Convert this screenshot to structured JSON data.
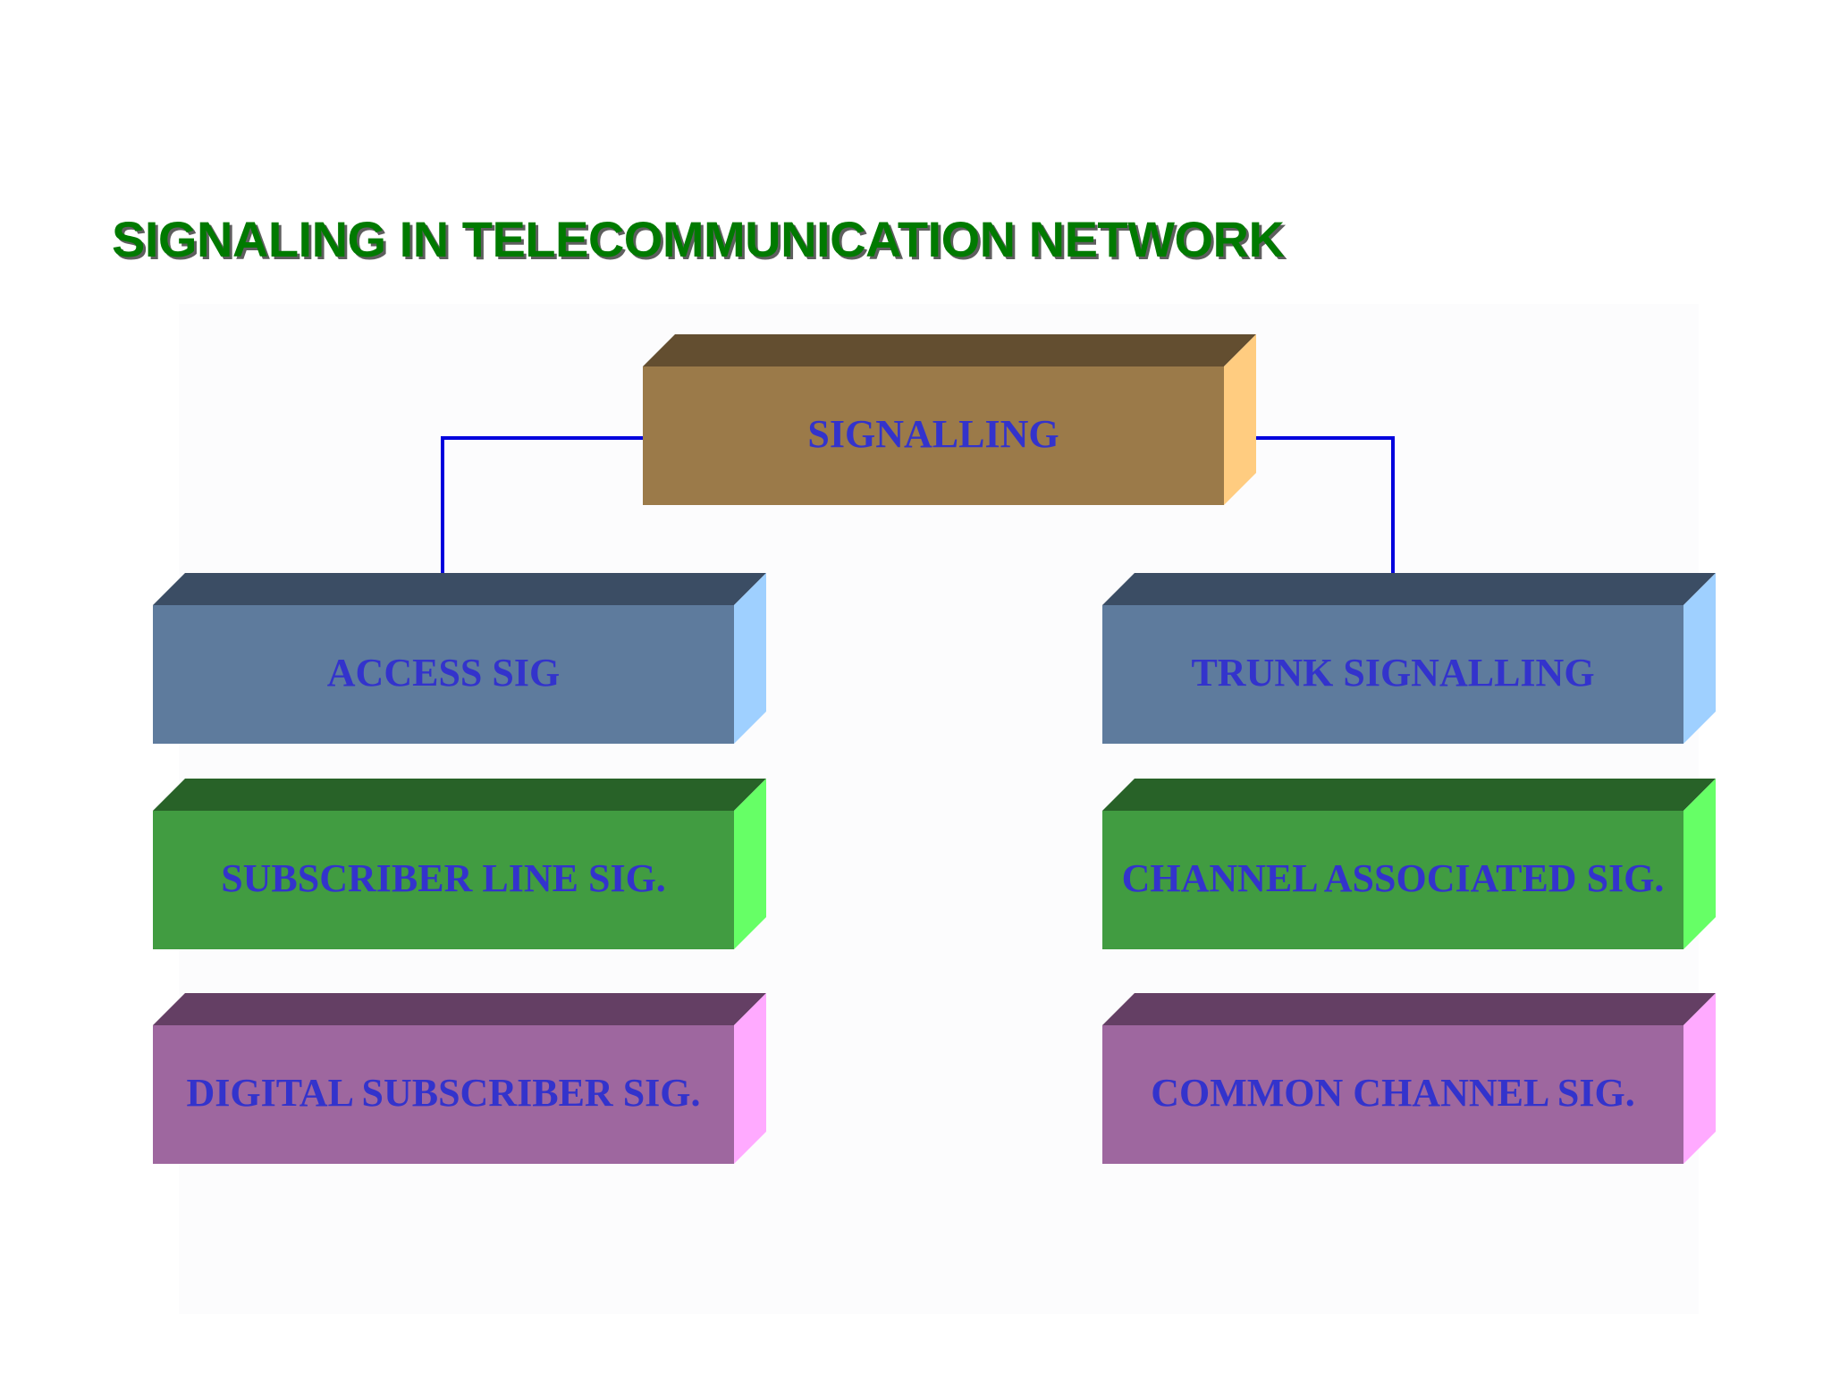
{
  "title": "SIGNALING IN TELECOMMUNICATION NETWORK",
  "colors": {
    "title": "#007a00",
    "label": "#3333cc",
    "connector": "#0000dd",
    "gold": {
      "front": "#9b7a49",
      "top": "#634e30",
      "side": "#ffcc80"
    },
    "blue": {
      "front": "#5e7b9d",
      "top": "#3b4d64",
      "side": "#9fd0ff"
    },
    "green": {
      "front": "#419c41",
      "top": "#286228",
      "side": "#66ff66"
    },
    "purple": {
      "front": "#9e679f",
      "top": "#643f64",
      "side": "#ffaaff"
    }
  },
  "nodes": {
    "root": {
      "label": "SIGNALLING",
      "color": "gold"
    },
    "access": {
      "label": "ACCESS SIG",
      "color": "blue"
    },
    "trunk": {
      "label": "TRUNK SIGNALLING",
      "color": "blue"
    },
    "subscriber_line": {
      "label": "SUBSCRIBER LINE SIG.",
      "color": "green"
    },
    "channel_associated": {
      "label": "CHANNEL ASSOCIATED SIG.",
      "color": "green"
    },
    "digital_subscriber": {
      "label": "DIGITAL SUBSCRIBER SIG.",
      "color": "purple"
    },
    "common_channel": {
      "label": "COMMON CHANNEL SIG.",
      "color": "purple"
    }
  },
  "edges": [
    {
      "from": "root",
      "to": "access"
    },
    {
      "from": "root",
      "to": "trunk"
    }
  ]
}
